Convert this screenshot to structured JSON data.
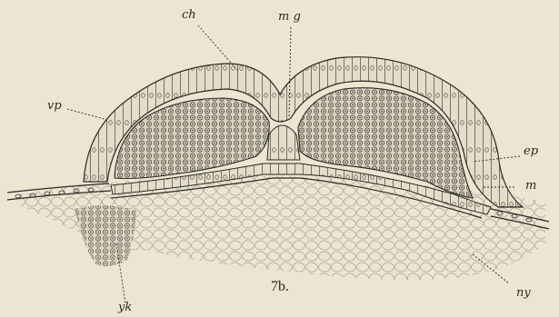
{
  "figure": {
    "number": "7b.",
    "labels": {
      "ch": "ch",
      "mg": "m g",
      "vp": "vp",
      "ep": "ep",
      "m": "m",
      "yk": "yk",
      "ny": "ny"
    }
  },
  "colors": {
    "paper": "#ebe5d1",
    "ink": "#2c2925",
    "dark_cells": "#3a3632",
    "light_ink": "#8c867a"
  }
}
